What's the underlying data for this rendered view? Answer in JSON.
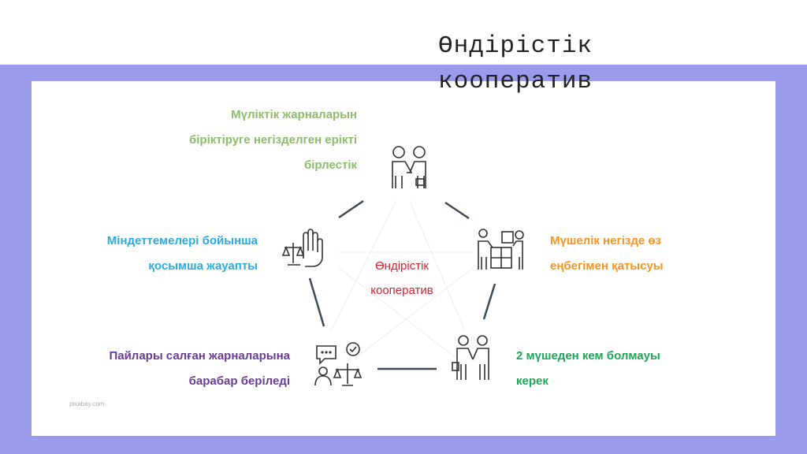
{
  "slide_title": [
    "Өндірістік",
    "кооператив"
  ],
  "center_label": [
    "Өндірістік",
    "кооператив"
  ],
  "items": {
    "top": [
      "Мүліктік жарналарын",
      "біріктіруге негізделген ерікті",
      "бірлестік"
    ],
    "left": [
      "Міндеттемелері бойынша",
      "қосымша жауапты"
    ],
    "right": [
      "Мүшелік негізде өз",
      "еңбегімен қатысуы"
    ],
    "bottom_left": [
      "Пайлары салған жарналарына",
      "барабар беріледі"
    ],
    "bottom_right": [
      "2 мүшеден кем болмауы",
      "керек"
    ]
  },
  "credit": "pixabay.com",
  "colors": {
    "band": "#9b9bee",
    "green": "#8cbb6a",
    "blue": "#29abe2",
    "orange": "#f7941d",
    "purple": "#6b3a97",
    "dark_green": "#1aa855",
    "red": "#d9232e"
  }
}
